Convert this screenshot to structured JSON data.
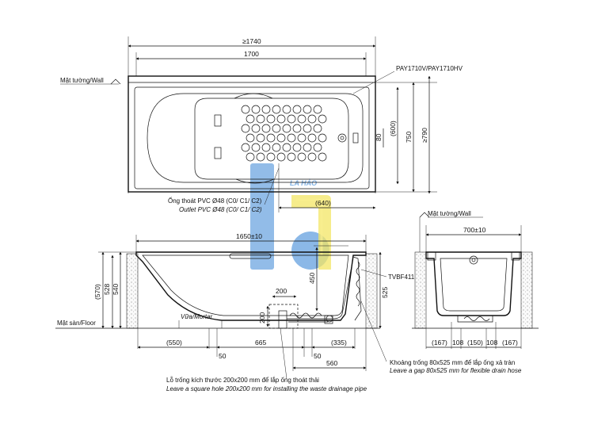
{
  "colors": {
    "logo_blue": "#4a90d9",
    "logo_yellow": "#f2e24a",
    "line": "#111111"
  },
  "watermark": {
    "brand_text": "LA HẢO"
  },
  "top_view": {
    "dim_overall": "≥1740",
    "dim_length": "1700",
    "dim_depth_inner": "(600)",
    "dim_width": "750",
    "dim_overall_width": "≥790",
    "dim_side": "80",
    "dim_outlet": "(640)",
    "model_label": "PAY1710V/PAY1710HV",
    "wall_label": "Mặt tường/Wall",
    "outlet_vi": "Ống thoát PVC Ø48 (C0/ C1/ C2)",
    "outlet_en": "Outlet PVC Ø48 (C0/ C1/ C2)"
  },
  "side_view": {
    "dim_length": "1650±10",
    "dim_570": "(570)",
    "dim_528": "528",
    "dim_540": "540",
    "dim_450": "450",
    "dim_525": "525",
    "dim_200_h": "200",
    "dim_200_v": "200",
    "dim_550": "(550)",
    "dim_50_a": "50",
    "dim_665": "665",
    "dim_335": "(335)",
    "dim_50_b": "50",
    "dim_560": "560",
    "floor_label": "Mặt sàn/Floor",
    "mortar_label": "Vữa/Mortar",
    "part_label": "TVBF411",
    "square_hole_vi": "Lỗ trống kích thước 200x200 mm để lắp ống thoát thải",
    "square_hole_en": "Leave a square hole  200x200 mm for installing the waste drainage pipe",
    "gap_vi": "Khoảng trống 80x525 mm để lắp ống xả tràn",
    "gap_en": "Leave a gap 80x525 mm for flexible drain hose"
  },
  "end_view": {
    "wall_label": "Mặt tường/Wall",
    "dim_width": "700±10",
    "dim_167_a": "(167)",
    "dim_108_a": "108",
    "dim_150": "(150)",
    "dim_108_b": "108",
    "dim_167_b": "(167)"
  }
}
